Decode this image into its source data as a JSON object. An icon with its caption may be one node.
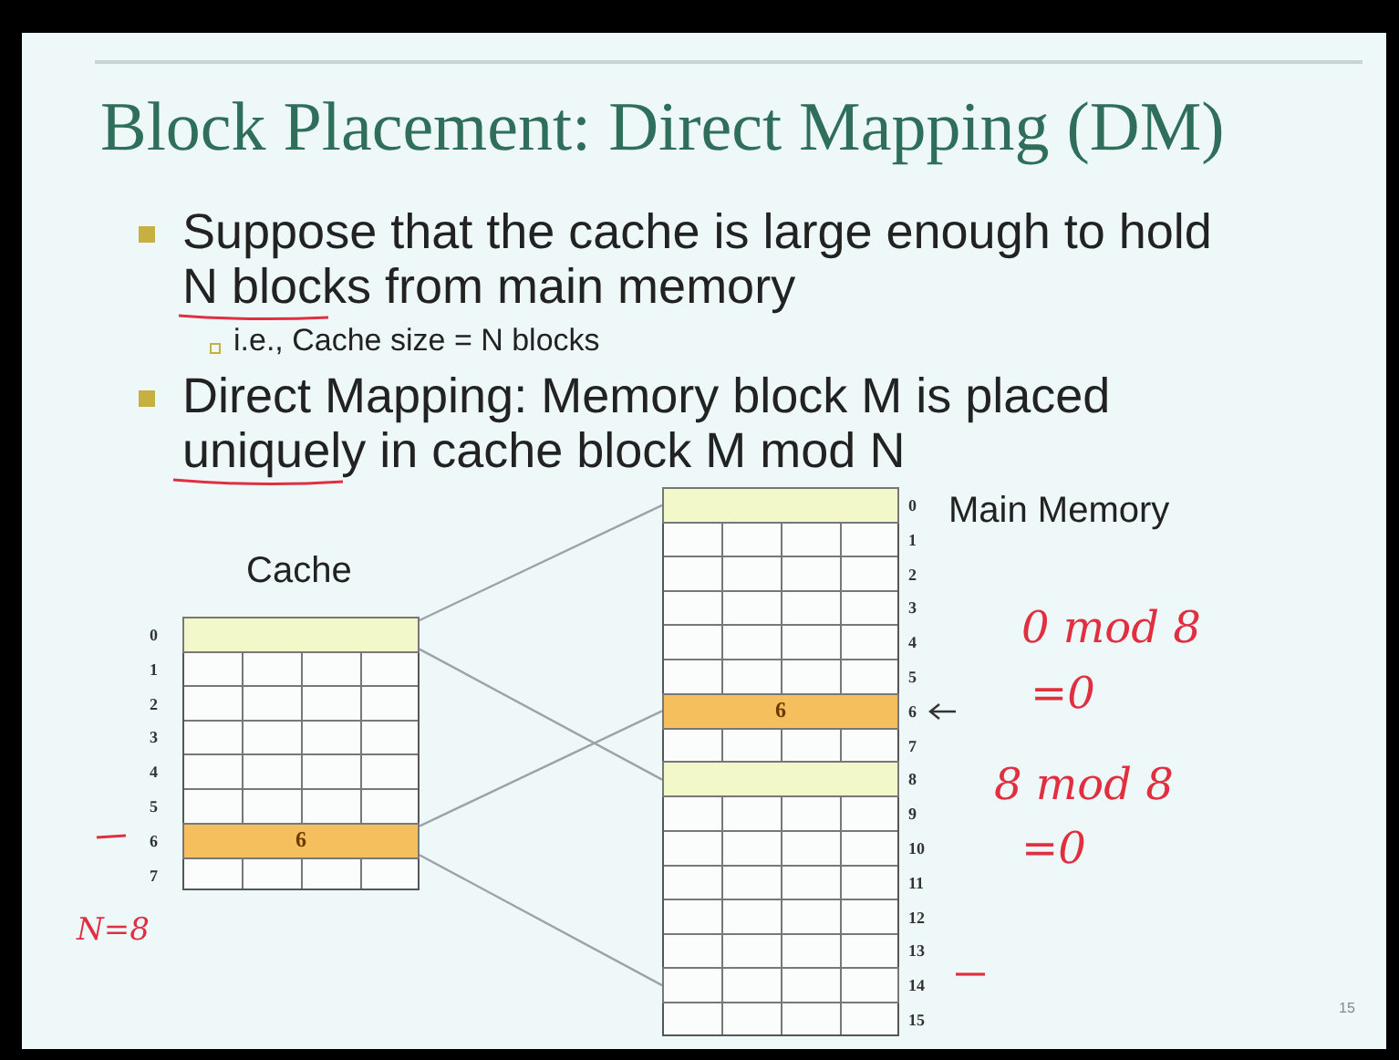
{
  "diagram": {
    "title": "Block Placement: Direct Mapping (DM)",
    "nodes": [
      {
        "text": [
          "Cache"
        ]
      },
      {
        "text": [],
        "shape": "bar",
        "in": 0
      },
      {
        "text": [
          "6"
        ],
        "in": 0
      },
      {
        "text": [
          "Main Memory"
        ]
      },
      {
        "text": [],
        "shape": "bar",
        "in": 3
      },
      {
        "text": [
          "6"
        ],
        "in": 3
      },
      {
        "text": [],
        "shape": "bar",
        "in": 3
      },
      {
        "text": [],
        "shape": "bar",
        "in": 3
      }
    ],
    "edges": [
      {
        "from": 1,
        "to": 4,
        "arrow": "none"
      },
      {
        "from": 1,
        "to": 6,
        "arrow": "none"
      },
      {
        "from": 2,
        "to": 5,
        "arrow": "none"
      },
      {
        "from": 2,
        "to": 7,
        "arrow": "none"
      }
    ],
    "labels": [
      "Suppose that the cache is large enough to hold N blocks from main memory",
      "i.e., Cache size = N blocks",
      "Direct Mapping: Memory block M is placed uniquely in cache block M mod N",
      "0",
      "1",
      "2",
      "3",
      "4",
      "5",
      "6",
      "7",
      "0",
      "1",
      "2",
      "3",
      "4",
      "5",
      "6",
      "7",
      "8",
      "9",
      "10",
      "11",
      "12",
      "13",
      "14",
      "15",
      "0 mod 8",
      "=0",
      "8 mod 8",
      "=0",
      "N=8",
      "15"
    ]
  }
}
